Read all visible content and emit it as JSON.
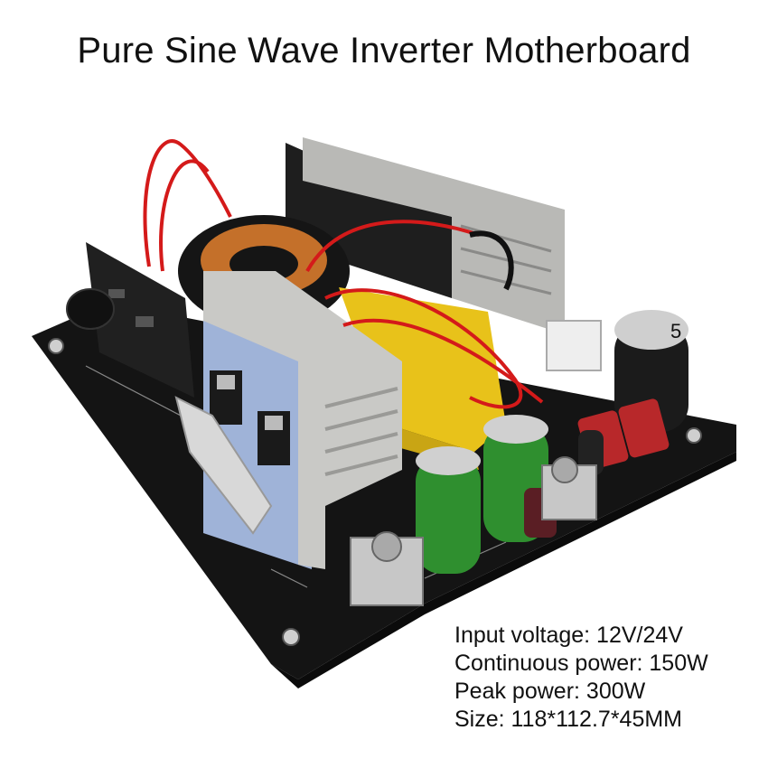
{
  "title": "Pure Sine Wave Inverter Motherboard",
  "specs": [
    "Input voltage: 12V/24V",
    "Continuous power: 150W",
    "Peak power: 300W",
    "Size: 118*112.7*45MM"
  ],
  "photo": {
    "capacitor_marking": "5",
    "colors": {
      "pcb": "#141414",
      "heatsink": "#c9c9c6",
      "transformer_tape": "#e8c21a",
      "wire": "#d41a1a",
      "capacitor_green": "#2f8f2f",
      "thermal_pad": "#9fb3d8",
      "copper": "#c4702a"
    }
  }
}
